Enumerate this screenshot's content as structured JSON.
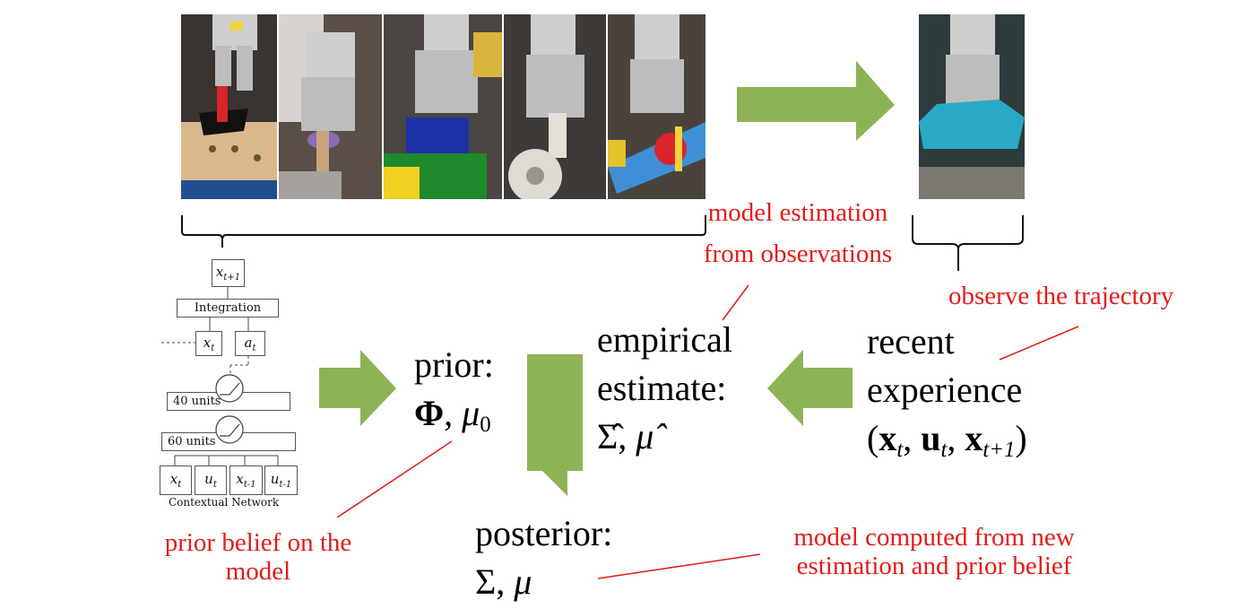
{
  "photos": [
    {
      "name": "robot-photo-peg"
    },
    {
      "name": "robot-photo-hammer"
    },
    {
      "name": "robot-photo-lego"
    },
    {
      "name": "robot-photo-gear"
    },
    {
      "name": "robot-photo-toy-plane"
    },
    {
      "name": "robot-photo-toy-car"
    }
  ],
  "network": {
    "output": {
      "var": "x",
      "sub": "t+1"
    },
    "integration": "Integration",
    "inputs_top": [
      {
        "var": "x",
        "sub": "t"
      },
      {
        "var": "a",
        "sub": "t"
      }
    ],
    "layer_40": "40 units",
    "layer_60": "60 units",
    "inputs_bottom": [
      {
        "var": "x",
        "sub": "t"
      },
      {
        "var": "u",
        "sub": "t"
      },
      {
        "var": "x",
        "sub": "t-1"
      },
      {
        "var": "u",
        "sub": "t-1"
      }
    ],
    "caption": "Contextual Network"
  },
  "nodes": {
    "prior": {
      "label": "prior:",
      "symbol": "Φ",
      "sep": ",",
      "mu": "μ",
      "mu_sub": "0"
    },
    "empirical": {
      "line1": "empirical",
      "line2": "estimate:",
      "sigma": "Σ̂",
      "sep": ",",
      "mu": "μ̂"
    },
    "recent": {
      "line1": "recent",
      "line2": "experience",
      "tuple_open": "(",
      "x": "x",
      "x_sub": "t",
      "u": "u",
      "u_sub": "t",
      "x2": "x",
      "x2_sub": "t+1",
      "tuple_close": ")"
    },
    "posterior": {
      "label": "posterior:",
      "sigma": "Σ",
      "sep": ",",
      "mu": "μ"
    }
  },
  "annotations": {
    "model_estimation": [
      "model estimation",
      "from observations"
    ],
    "observe": "observe the trajectory",
    "prior_belief": [
      "prior belief on the",
      "model"
    ],
    "computed": [
      "model computed from new",
      "estimation and prior belief"
    ]
  },
  "colors": {
    "arrow_green": "#8db354",
    "annotation_red": "#e31b1b",
    "text": "#000000"
  }
}
